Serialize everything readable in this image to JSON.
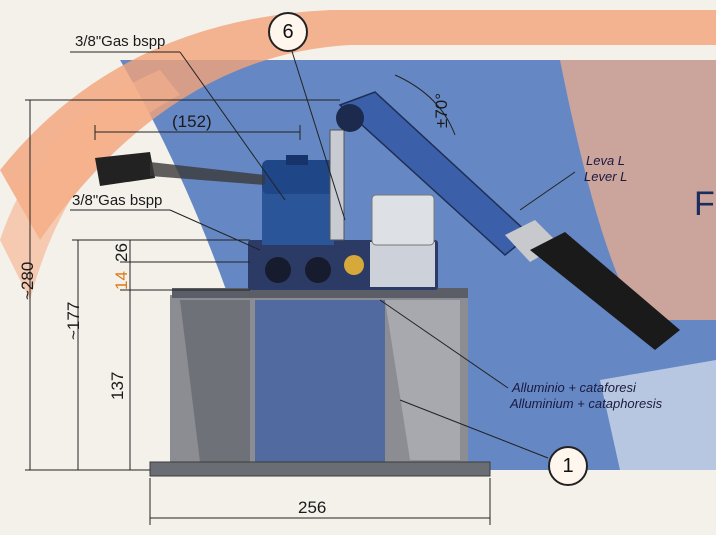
{
  "title_fragment": "F",
  "dimensions": {
    "lever_reach": "(152)",
    "angle": "±70°",
    "total_height": "~280",
    "mid_height": "~177",
    "base_height": "137",
    "h26": "26",
    "h14": "14",
    "base_width": "256"
  },
  "ports": {
    "top": "3/8\"Gas bspp",
    "side": "3/8\"Gas bspp"
  },
  "lever": {
    "it": "Leva L",
    "en": "Lever L"
  },
  "material": {
    "it": "Alluminio + cataforesi",
    "en": "Alluminium + cataphoresis"
  },
  "callouts": {
    "six": "6",
    "one": "1"
  },
  "colors": {
    "blue_band": "#3f6bb3",
    "orange_band": "#f2a47a",
    "pump_blue": "#2a5599",
    "body_gray": "#8d8f95",
    "dim_orange": "#e07818"
  }
}
